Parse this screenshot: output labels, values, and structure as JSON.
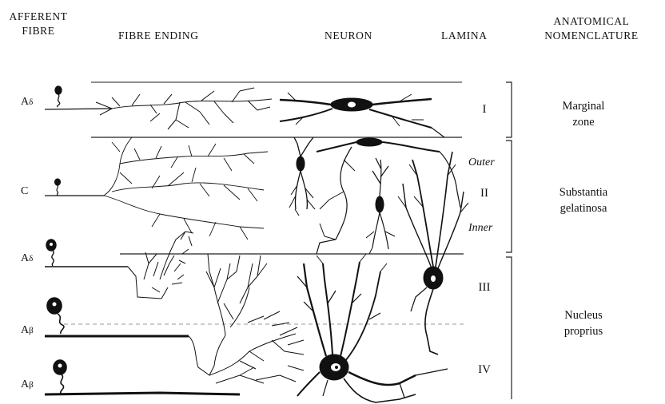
{
  "headers": {
    "afferent_fibre": [
      "AFFERENT",
      "FIBRE"
    ],
    "fibre_ending": "FIBRE ENDING",
    "neuron": "NEURON",
    "lamina": "LAMINA",
    "anatomical_nomenclature": [
      "ANATOMICAL",
      "NOMENCLATURE"
    ]
  },
  "fibres": [
    {
      "base": "A",
      "sub": "δ"
    },
    {
      "base": "C",
      "sub": ""
    },
    {
      "base": "A",
      "sub": "δ"
    },
    {
      "base": "A",
      "sub": "β"
    },
    {
      "base": "A",
      "sub": "β"
    }
  ],
  "laminae": {
    "I": "I",
    "outer": "Outer",
    "II": "II",
    "inner": "Inner",
    "III": "III",
    "IV": "IV"
  },
  "nomenclature": {
    "marginal": [
      "Marginal",
      "zone"
    ],
    "substantia": [
      "Substantia",
      "gelatinosa"
    ],
    "nucleus": [
      "Nucleus",
      "proprius"
    ]
  }
}
